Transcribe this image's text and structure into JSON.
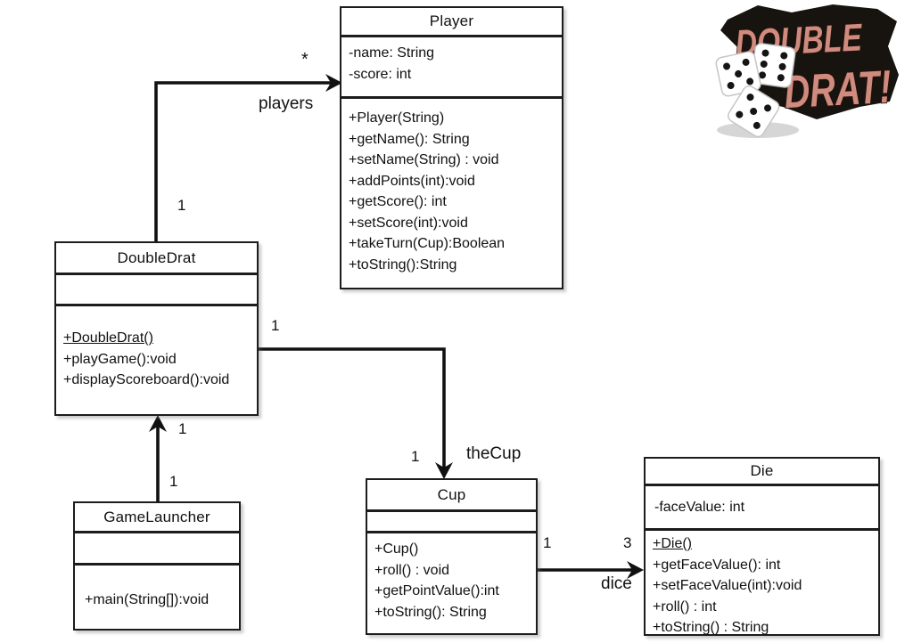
{
  "classes": {
    "player": {
      "name": "Player",
      "attributes": [
        "-name: String",
        "-score: int"
      ],
      "methods": [
        "+Player(String)",
        "+getName(): String",
        "+setName(String) : void",
        "+addPoints(int):void",
        "+getScore(): int",
        "+setScore(int):void",
        "+takeTurn(Cup):Boolean",
        "+toString():String"
      ]
    },
    "doubledrat": {
      "name": "DoubleDrat",
      "attributes": [],
      "methods": [
        "+DoubleDrat()",
        "+playGame():void",
        "+displayScoreboard():void"
      ]
    },
    "gamelauncher": {
      "name": "GameLauncher",
      "attributes": [],
      "methods": [
        "+main(String[]):void"
      ]
    },
    "cup": {
      "name": "Cup",
      "attributes": [],
      "methods": [
        "+Cup()",
        "+roll() : void",
        "+getPointValue():int",
        "+toString(): String"
      ]
    },
    "die": {
      "name": "Die",
      "attributes": [
        "-faceValue: int"
      ],
      "methods": [
        "+Die()",
        "+getFaceValue(): int",
        "+setFaceValue(int):void",
        "+roll() : int",
        "+toString() : String"
      ]
    }
  },
  "associations": {
    "players": {
      "role": "players",
      "source_mult": "1",
      "target_mult": "*"
    },
    "thecup": {
      "role": "theCup",
      "source_mult": "1",
      "target_mult": "1"
    },
    "launcher": {
      "source_mult": "1",
      "target_mult": "1"
    },
    "dice": {
      "role": "dice",
      "source_mult": "1",
      "target_mult": "3"
    }
  },
  "logo": {
    "line1": "DOUBLE",
    "line2": "DRAT!",
    "bg_color": "#17140f",
    "letter_color": "#cf8b7e",
    "dice_faces": [
      5,
      6,
      5
    ]
  },
  "line_color": "#111111"
}
